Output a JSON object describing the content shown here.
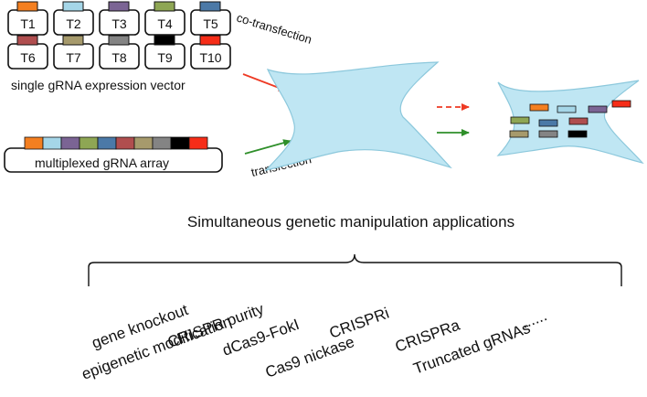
{
  "colors": [
    "#f47f20",
    "#a5d6e8",
    "#7b6494",
    "#8ea654",
    "#4b79a7",
    "#b04e4f",
    "#a69a6c",
    "#848484",
    "#000000",
    "#f62d18"
  ],
  "vectors": {
    "labels": [
      "T1",
      "T2",
      "T3",
      "T4",
      "T5",
      "T6",
      "T7",
      "T8",
      "T9",
      "T10"
    ],
    "caption": "single gRNA expression vector"
  },
  "array": {
    "caption": "multiplexed gRNA array"
  },
  "arrows": {
    "cotransfection_label": "co-transfection",
    "transfection_label": "transfection",
    "cotransfection_color": "#ee3a24",
    "transfection_color": "#2f8f2a"
  },
  "cell": {
    "fill": "#bfe6f3",
    "stroke": "#8cc8dc"
  },
  "applications": {
    "title": "Simultaneous genetic manipulation applications",
    "items": [
      "gene knockout",
      "epigenetic modification",
      "CRISPR purity",
      "dCas9-FokI",
      "Cas9 nickase",
      "CRISPRi",
      "CRISPRa",
      "Truncated gRNAs",
      "......"
    ]
  }
}
